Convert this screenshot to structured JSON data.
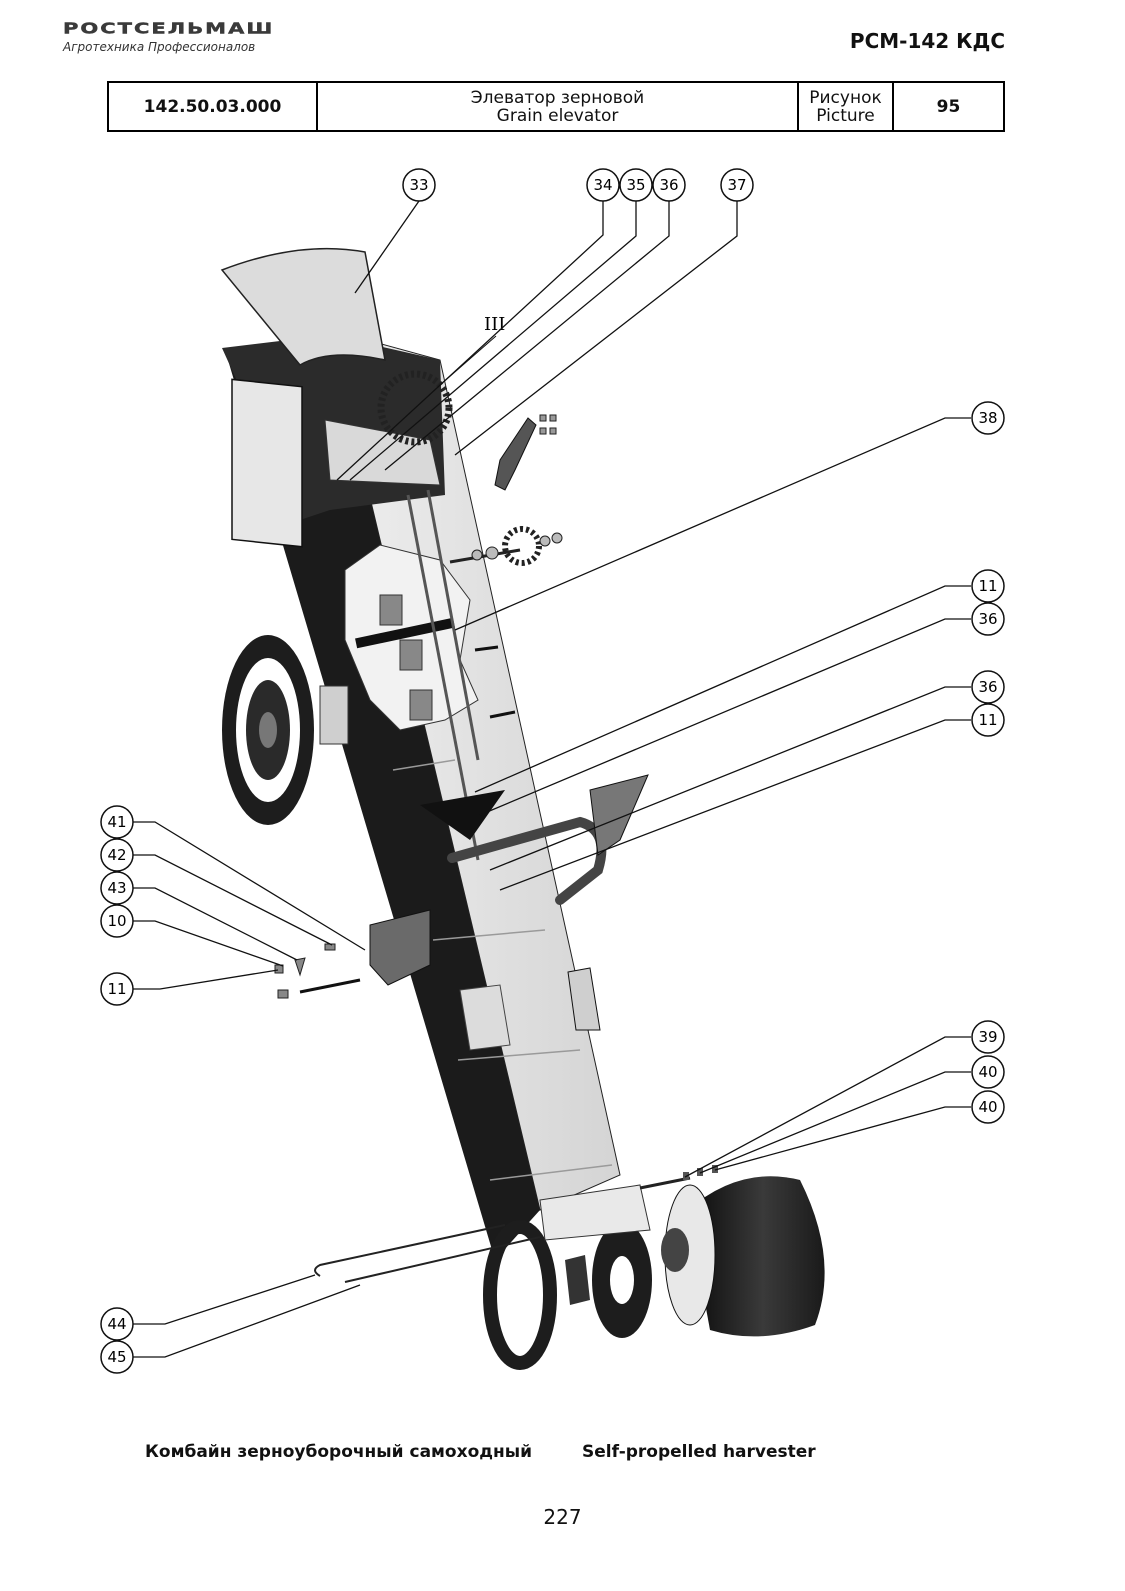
{
  "header": {
    "logo_text": "РОСТСЕЛЬМАШ",
    "logo_tagline": "Агротехника Профессионалов",
    "model": "РСМ-142 КДС"
  },
  "title_block": {
    "part_number": "142.50.03.000",
    "name_ru": "Элеватор зерновой",
    "name_en": "Grain elevator",
    "picture_label_ru": "Рисунок",
    "picture_label_en": "Picture",
    "picture_number": "95"
  },
  "drawing": {
    "view_label": "III",
    "callouts": [
      "33",
      "34",
      "35",
      "36",
      "37",
      "38",
      "11",
      "36",
      "36",
      "11",
      "41",
      "42",
      "43",
      "10",
      "11",
      "39",
      "40",
      "40",
      "44",
      "45"
    ]
  },
  "footer": {
    "caption_ru": "Комбайн зерноуборочный самоходный",
    "caption_en": "Self-propelled harvester",
    "page_number": "227"
  }
}
